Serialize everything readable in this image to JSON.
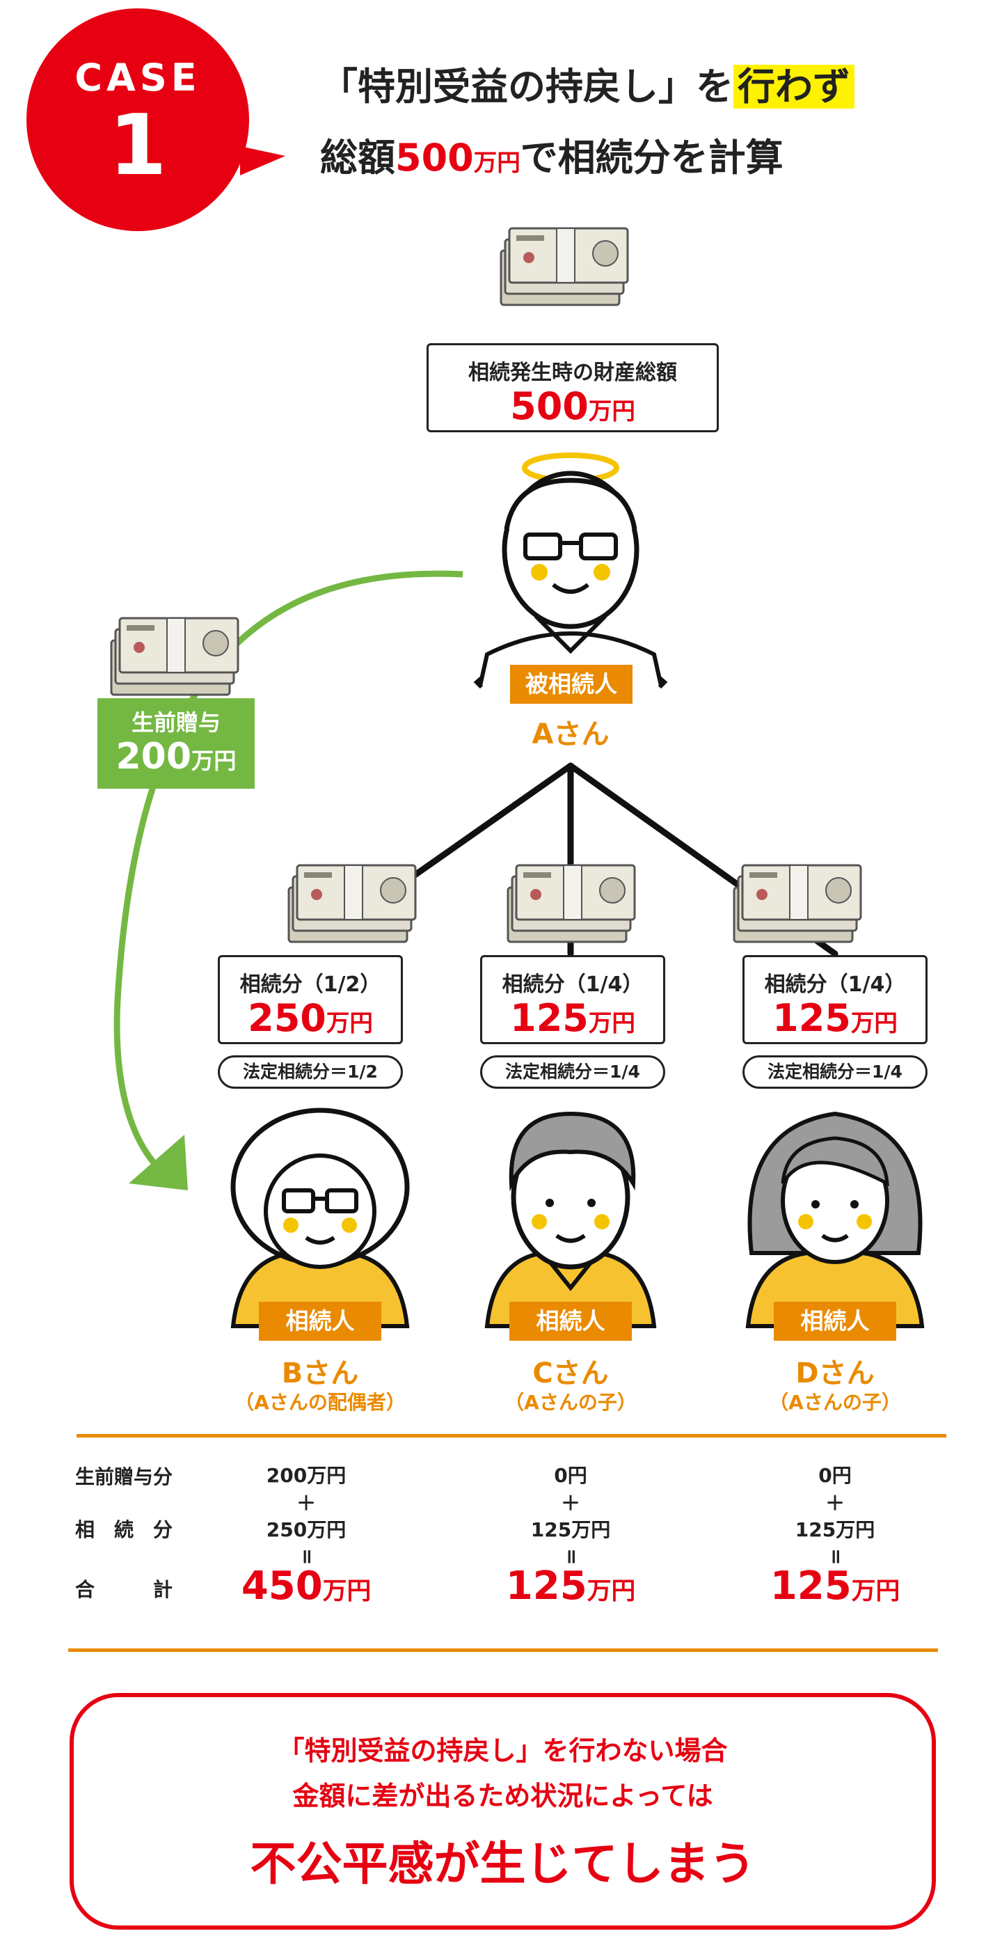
{
  "case": {
    "label": "CASE",
    "number": "1"
  },
  "headline": {
    "line1_pre": "「特別受益の持戻し」を",
    "line1_highlight": "行わず",
    "line2_pre": "総額",
    "line2_amount": "500",
    "line2_unit": "万円",
    "line2_post": "で相続分を計算"
  },
  "estate": {
    "label": "相続発生時の財産総額",
    "amount": "500",
    "unit": "万円"
  },
  "decedent": {
    "role": "被相続人",
    "name": "Aさん"
  },
  "gift": {
    "label": "生前贈与",
    "amount": "200",
    "unit": "万円"
  },
  "heirs": [
    {
      "share_label": "相続分（1/2）",
      "amount": "250",
      "unit": "万円",
      "legal": "法定相続分＝1/2",
      "role": "相続人",
      "name": "Bさん",
      "relation": "（Aさんの配偶者）",
      "gift_value": "200万円",
      "inherit_value": "250万円",
      "total": "450",
      "total_unit": "万円"
    },
    {
      "share_label": "相続分（1/4）",
      "amount": "125",
      "unit": "万円",
      "legal": "法定相続分＝1/4",
      "role": "相続人",
      "name": "Cさん",
      "relation": "（Aさんの子）",
      "gift_value": "0円",
      "inherit_value": "125万円",
      "total": "125",
      "total_unit": "万円"
    },
    {
      "share_label": "相続分（1/4）",
      "amount": "125",
      "unit": "万円",
      "legal": "法定相続分＝1/4",
      "role": "相続人",
      "name": "Dさん",
      "relation": "（Aさんの子）",
      "gift_value": "0円",
      "inherit_value": "125万円",
      "total": "125",
      "total_unit": "万円"
    }
  ],
  "table": {
    "row_labels": [
      "生前贈与分",
      "相　続　分",
      "合　　　計"
    ],
    "plus": "＋",
    "equals": "॥"
  },
  "summary": {
    "line1": "「特別受益の持戻し」を行わない場合",
    "line2": "金額に差が出るため状況によっては",
    "line3": "不公平感が生じてしまう"
  },
  "colors": {
    "red": "#e60012",
    "orange": "#ea8a00",
    "green": "#74b843",
    "yellow": "#fff200"
  }
}
